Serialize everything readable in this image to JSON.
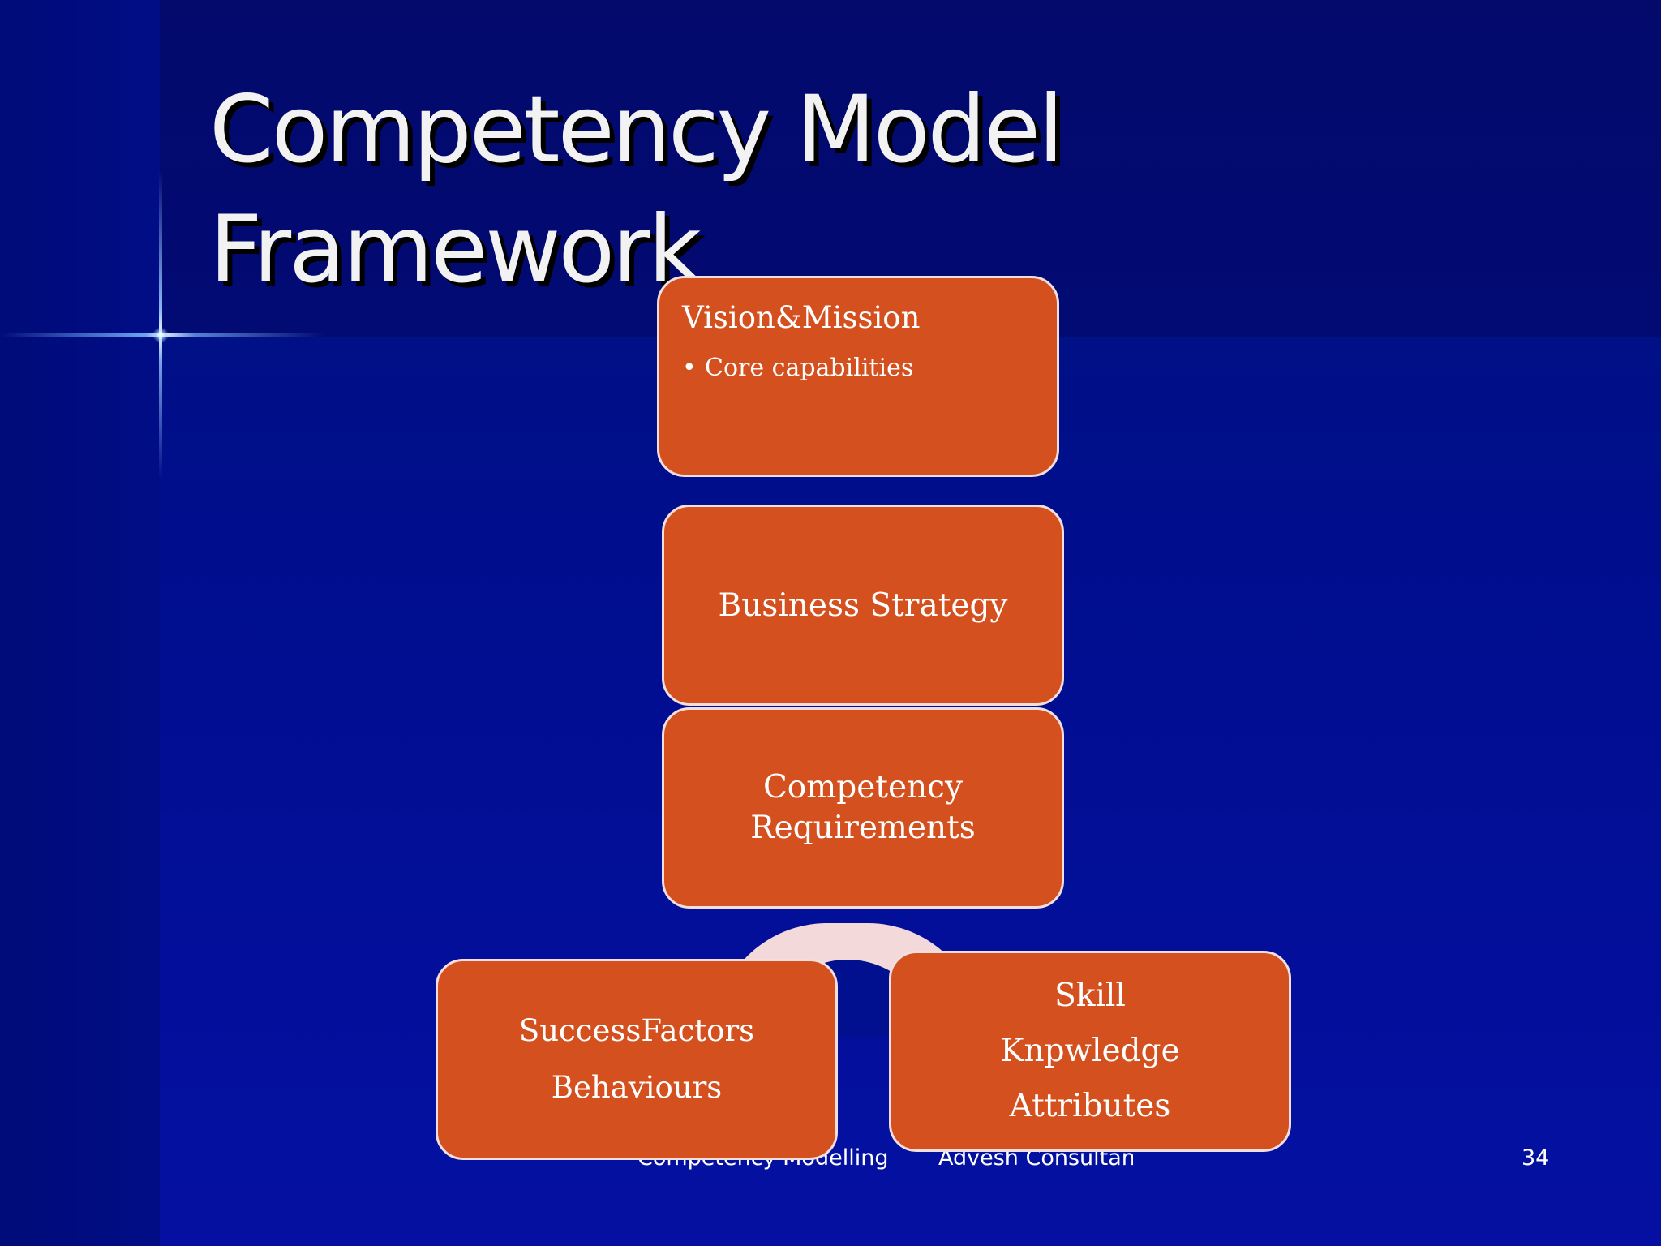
{
  "slide": {
    "title_line1": "Competency Model",
    "title_line2": "Framework",
    "background_color": "#000e8e",
    "box_color": "#d4501e",
    "box_border_color": "#f1dede"
  },
  "diagram": {
    "vision": {
      "title": "Vision&Mission",
      "bullet_symbol": "•",
      "bullet_text": "Core capabilities"
    },
    "strategy": {
      "label": "Business Strategy"
    },
    "competency_requirements": {
      "line1": "Competency",
      "line2": "Requirements"
    },
    "success_factors": {
      "line1": "SuccessFactors",
      "line2": "Behaviours"
    },
    "skills": {
      "line1": "Skill",
      "line2": "Knpwledge",
      "line3": "Attributes"
    }
  },
  "footer": {
    "left_text": "Competency Modelling",
    "middle_text": "Advesh Consultancy",
    "page_number": "34"
  }
}
